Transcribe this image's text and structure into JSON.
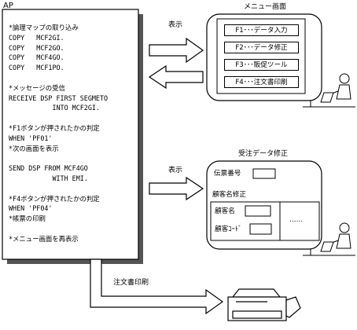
{
  "ap": {
    "title": "AP",
    "code_lines": [
      "*論理マップの取り込み",
      "COPY   MCF2GI.",
      "COPY   MCF2GO.",
      "COPY   MCF4GO.",
      "COPY   MCF1PO.",
      "",
      "*メッセージの受信",
      "RECEIVE DSP FIRST SEGMETO",
      "           INTO MCF2GI.",
      "",
      "*F1ボタンが押されたかの判定",
      "WHEN 'PF01'",
      "*次の画面を表示",
      "",
      "SEND DSP FROM MCF4GO",
      "           WITH EMI.",
      "",
      "*F4ボタンが押されたかの判定",
      "WHEN 'PF04'",
      "*帳票の印刷",
      "",
      "*メニュー画面を再表示"
    ]
  },
  "arrows": {
    "display_top": "表示",
    "display_mid": "表示",
    "print": "注文書印刷"
  },
  "menu_screen": {
    "title": "メニュー画面",
    "items": [
      "F1･･･データ入力",
      "F2･･･データ修正",
      "F3･･･販促ツール",
      "F4･･･注文書印刷"
    ]
  },
  "edit_screen": {
    "title": "受注データ修正",
    "slip_label": "伝票番号",
    "customer_section": "顧客名修正",
    "customer_name_label": "顧客名",
    "customer_code_label": "顧客ｺｰﾄﾞ",
    "ellipsis": "……"
  }
}
